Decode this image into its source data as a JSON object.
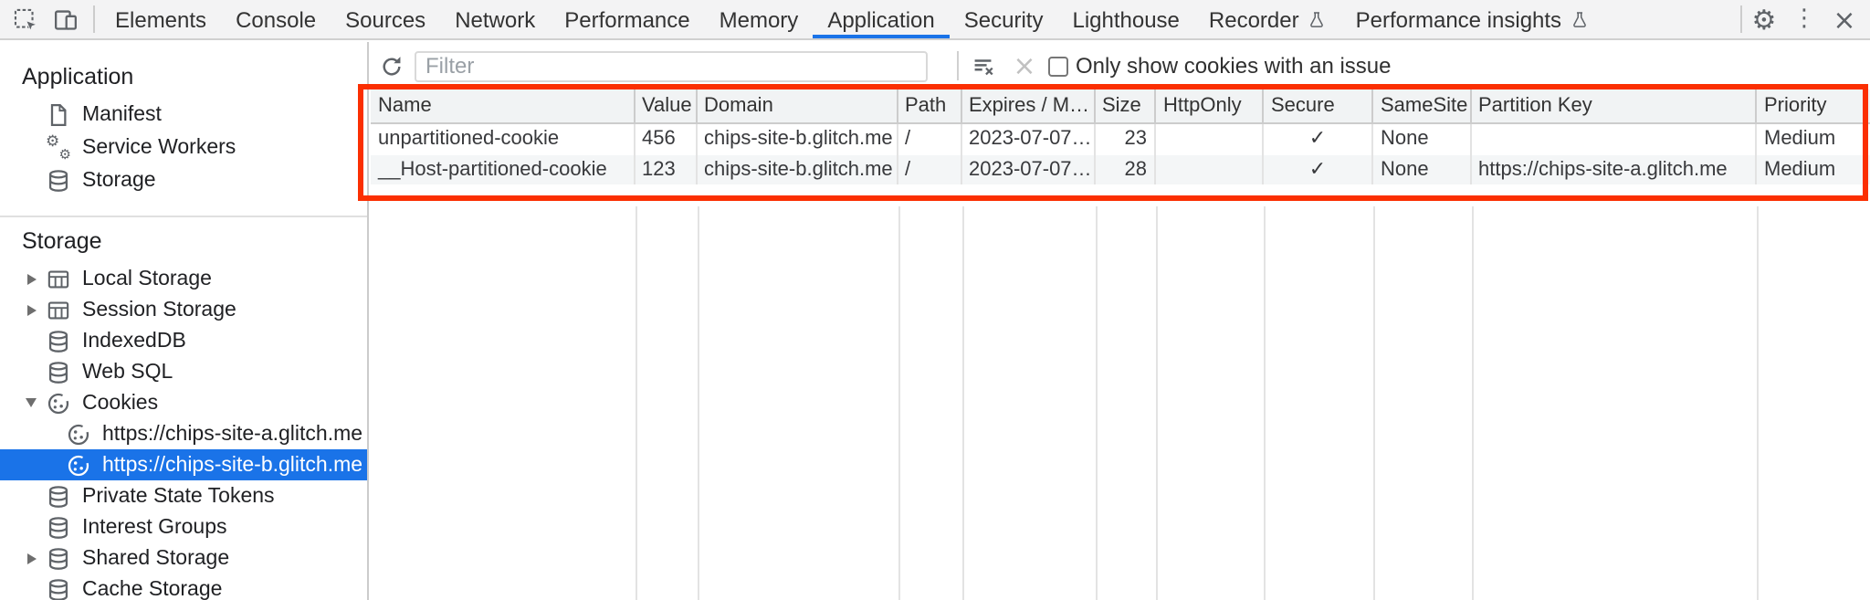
{
  "tab_bar": {
    "tabs": [
      {
        "label": "Elements"
      },
      {
        "label": "Console"
      },
      {
        "label": "Sources"
      },
      {
        "label": "Network"
      },
      {
        "label": "Performance"
      },
      {
        "label": "Memory"
      },
      {
        "label": "Application",
        "active": true
      },
      {
        "label": "Security"
      },
      {
        "label": "Lighthouse"
      },
      {
        "label": "Recorder",
        "experiment": true
      },
      {
        "label": "Performance insights",
        "experiment": true
      }
    ]
  },
  "sidebar": {
    "sections": [
      {
        "title": "Application",
        "items": [
          {
            "label": "Manifest",
            "icon": "manifest-document-icon"
          },
          {
            "label": "Service Workers",
            "icon": "service-workers-gears-icon"
          },
          {
            "label": "Storage",
            "icon": "database-icon"
          }
        ]
      },
      {
        "title": "Storage",
        "items": [
          {
            "label": "Local Storage",
            "icon": "table-icon",
            "expander": "collapsed"
          },
          {
            "label": "Session Storage",
            "icon": "table-icon",
            "expander": "collapsed"
          },
          {
            "label": "IndexedDB",
            "icon": "database-icon"
          },
          {
            "label": "Web SQL",
            "icon": "database-icon"
          },
          {
            "label": "Cookies",
            "icon": "cookie-icon",
            "expander": "expanded",
            "children": [
              {
                "label": "https://chips-site-a.glitch.me",
                "icon": "cookie-icon"
              },
              {
                "label": "https://chips-site-b.glitch.me",
                "icon": "cookie-icon",
                "selected": true
              }
            ]
          },
          {
            "label": "Private State Tokens",
            "icon": "database-icon"
          },
          {
            "label": "Interest Groups",
            "icon": "database-icon"
          },
          {
            "label": "Shared Storage",
            "icon": "database-icon",
            "expander": "collapsed"
          },
          {
            "label": "Cache Storage",
            "icon": "database-icon"
          }
        ]
      }
    ]
  },
  "cookie_toolbar": {
    "filter_placeholder": "Filter",
    "only_show_label": "Only show cookies with an issue"
  },
  "cookies_table": {
    "columns": [
      "Name",
      "Value",
      "Domain",
      "Path",
      "Expires / M…",
      "Size",
      "HttpOnly",
      "Secure",
      "SameSite",
      "Partition Key",
      "Priority"
    ],
    "rows": [
      {
        "name": "unpartitioned-cookie",
        "value": "456",
        "domain": "chips-site-b.glitch.me",
        "path": "/",
        "expires": "2023-07-07…",
        "size": "23",
        "http_only": "",
        "secure": "✓",
        "same_site": "None",
        "partition_key": "",
        "priority": "Medium"
      },
      {
        "name": "__Host-partitioned-cookie",
        "value": "123",
        "domain": "chips-site-b.glitch.me",
        "path": "/",
        "expires": "2023-07-07…",
        "size": "28",
        "http_only": "",
        "secure": "✓",
        "same_site": "None",
        "partition_key": "https://chips-site-a.glitch.me",
        "priority": "Medium"
      }
    ]
  },
  "colors": {
    "accent": "#1a73e8",
    "highlight_red": "#fb2f02",
    "selected_row_bg": "#1a73e8",
    "tab_bar_bg": "#f3f3f4",
    "table_header_bg": "#f1f3f4",
    "stripe_row_bg": "#f4f6f7"
  }
}
